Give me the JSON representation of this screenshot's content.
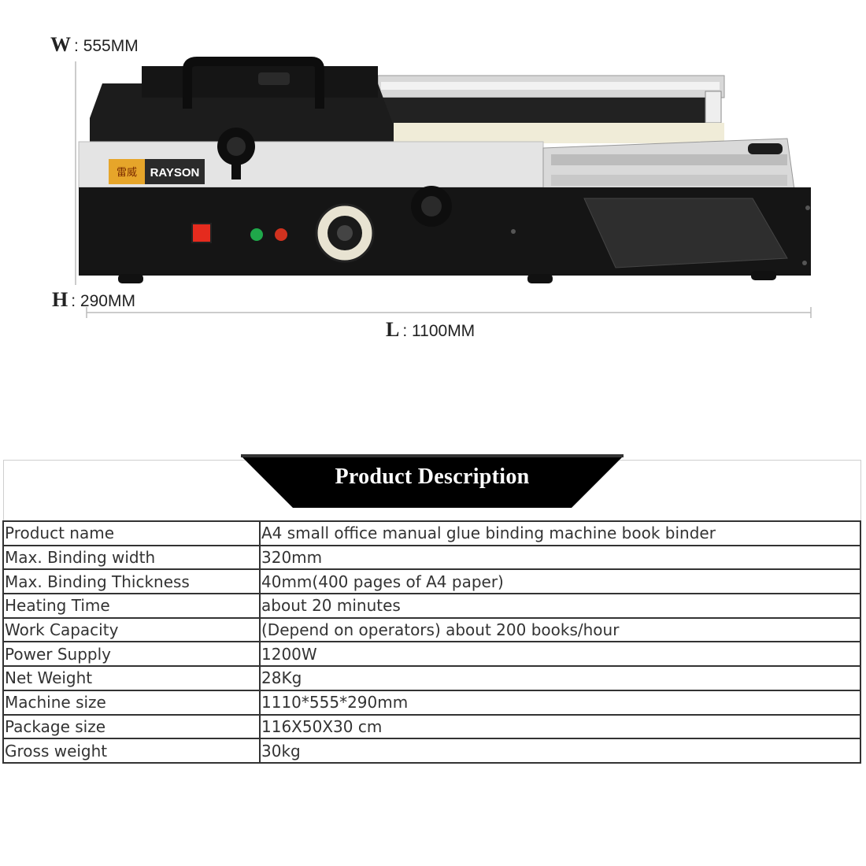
{
  "dimensions": {
    "width": {
      "key": "W",
      "sep": ":",
      "value": "555MM"
    },
    "height": {
      "key": "H",
      "sep": ":",
      "value": "290MM"
    },
    "length": {
      "key": "L",
      "sep": ":",
      "value": "1100MM"
    }
  },
  "product_image": {
    "brand_logo_chinese": "雷威",
    "brand_logo_text": "RAYSON"
  },
  "description": {
    "title": "Product Description",
    "rows": [
      {
        "label": "Product name",
        "value": "A4 small office manual glue binding machine book binder"
      },
      {
        "label": "Max. Binding width",
        "value": "320mm"
      },
      {
        "label": "Max. Binding Thickness",
        "value": "40mm(400 pages of A4 paper)"
      },
      {
        "label": "Heating Time",
        "value": "about 20 minutes"
      },
      {
        "label": "Work Capacity",
        "value": "(Depend on operators) about 200 books/hour"
      },
      {
        "label": "Power Supply",
        "value": "1200W"
      },
      {
        "label": "Net Weight",
        "value": "28Kg"
      },
      {
        "label": "Machine size",
        "value": "1110*555*290mm"
      },
      {
        "label": "Package size",
        "value": "116X50X30 cm"
      },
      {
        "label": "Gross weight",
        "value": "30kg"
      }
    ]
  },
  "colors": {
    "machine_body": "#1a1a1a",
    "machine_panel": "#e6e6e6",
    "banner": "#000000",
    "indicator_red": "#e52b1e",
    "indicator_green": "#1fa84a"
  }
}
